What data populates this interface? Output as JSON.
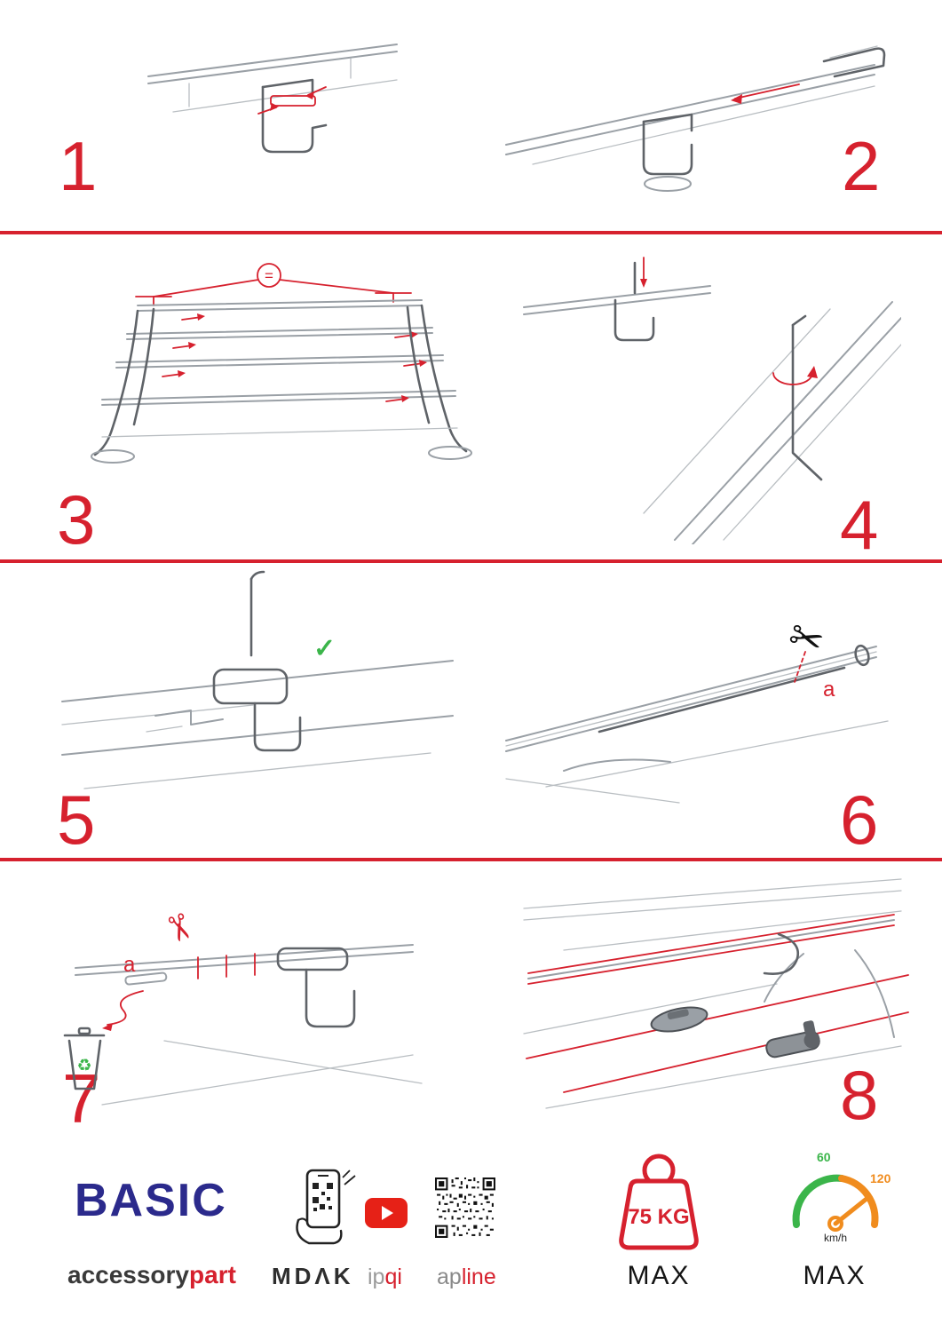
{
  "meta": {
    "accent": "#d6212e",
    "check_green": "#3bb54a"
  },
  "steps": [
    {
      "number": "1"
    },
    {
      "number": "2"
    },
    {
      "number": "3",
      "equal_sign": "="
    },
    {
      "number": "4"
    },
    {
      "number": "5",
      "check": "✓"
    },
    {
      "number": "6",
      "label_a": "a"
    },
    {
      "number": "7",
      "label_a": "a"
    },
    {
      "number": "8"
    }
  ],
  "icons": {
    "scissors": "✂",
    "recycle": "♻"
  },
  "footer": {
    "brand": {
      "title": "BASIC",
      "sub_left": "accessory",
      "sub_right": "part"
    },
    "logos": {
      "mdak": "MDΛK",
      "ipqi_left": "ip",
      "ipqi_right": "qi",
      "apline_left": "ap",
      "apline_right": "line"
    },
    "weight": {
      "value": "75 KG",
      "max": "MAX"
    },
    "speed": {
      "low": "60",
      "high": "120",
      "unit": "km/h",
      "max": "MAX"
    }
  }
}
